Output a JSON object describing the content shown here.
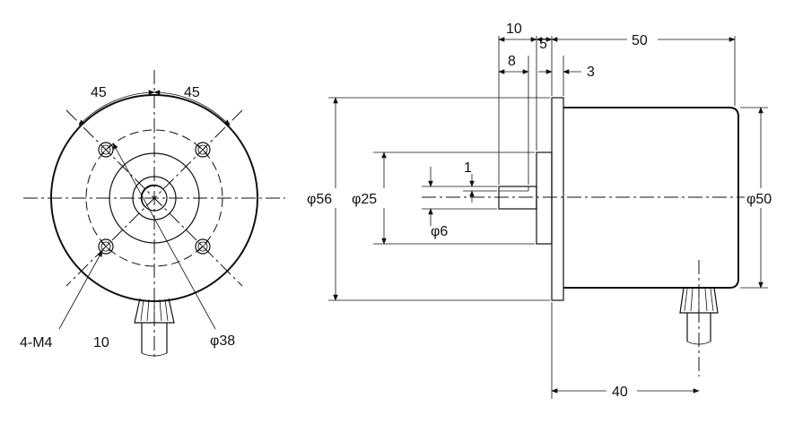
{
  "front_view": {
    "angle_left": "45",
    "angle_right": "45",
    "tapped_holes": "4-M4",
    "cable_offset": "10",
    "bolt_circle": "φ38"
  },
  "side_view": {
    "dim_shaft_length": "10",
    "dim_pilot_length": "8",
    "dim_flange_offset": "5",
    "dim_flange_thickness": "3",
    "dim_body_length": "50",
    "dim_cable_position": "40",
    "dim_flange_diameter": "φ56",
    "dim_pilot_diameter": "φ25",
    "dim_shaft_diameter": "φ6",
    "dim_shaft_flat": "1",
    "dim_body_diameter": "φ50"
  }
}
